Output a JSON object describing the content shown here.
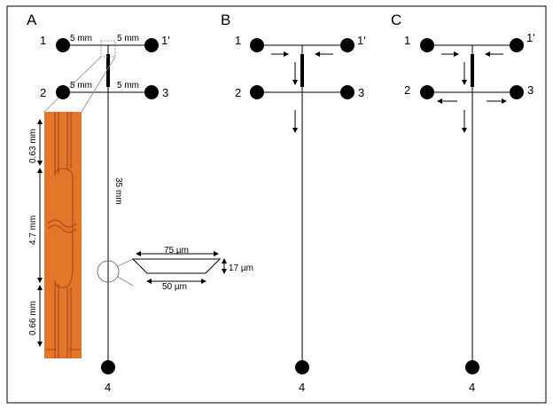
{
  "panels": {
    "a": {
      "label": "A",
      "ports": {
        "p1": "1",
        "p1prime": "1'",
        "p2": "2",
        "p3": "3",
        "p4": "4"
      },
      "segment_labels": {
        "top_left": "5 mm",
        "top_right": "5 mm",
        "mid_left": "5 mm",
        "mid_right": "5 mm"
      },
      "main_channel_label": "35 mm",
      "inset_dimensions": {
        "top": "0.63 mm",
        "middle": "4.7 mm",
        "bottom": "0.66 mm"
      },
      "cross_section": {
        "top_width": "75 µm",
        "bottom_width": "50 µm",
        "height": "17 µm"
      }
    },
    "b": {
      "label": "B",
      "ports": {
        "p1": "1",
        "p1prime": "1'",
        "p2": "2",
        "p3": "3",
        "p4": "4"
      }
    },
    "c": {
      "label": "C",
      "ports": {
        "p1": "1",
        "p1prime": "1'",
        "p2": "2",
        "p3": "3",
        "p4": "4"
      }
    }
  },
  "colors": {
    "inset_background": "#e4762a",
    "inset_channel": "#a5481d",
    "ink": "#000000"
  }
}
